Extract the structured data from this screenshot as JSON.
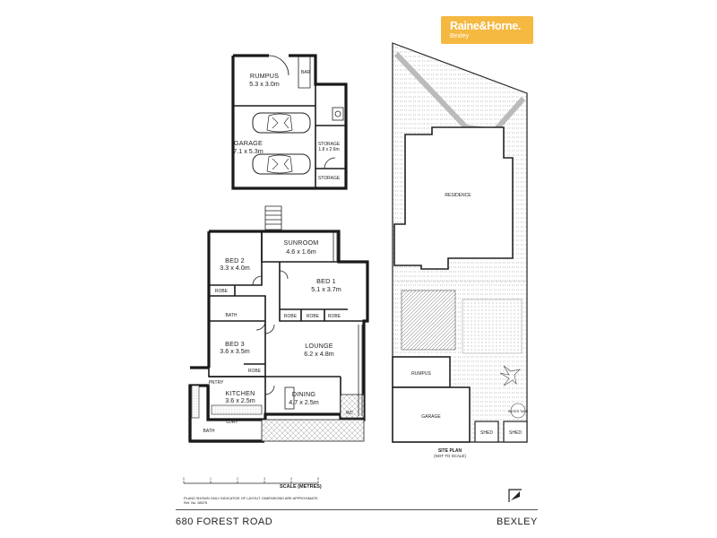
{
  "brand": {
    "name": "Raine&Horne.",
    "office": "Bexley",
    "color": "#f5b942"
  },
  "rooms": {
    "rumpus": {
      "name": "RUMPUS",
      "dim": "5.3 x 3.0m"
    },
    "bar": "BAR",
    "garage": {
      "name": "GARAGE",
      "dim": "7.1 x 5.3m"
    },
    "storage_large": {
      "name": "STORAGE",
      "dim": "1.8 x 2.6m"
    },
    "storage_small": "STORAGE",
    "sunroom": {
      "name": "SUNROOM",
      "dim": "4.6 x 1.6m"
    },
    "bed2": {
      "name": "BED 2",
      "dim": "3.3 x 4.0m"
    },
    "bed1": {
      "name": "BED 1",
      "dim": "5.1 x 3.7m"
    },
    "bed3": {
      "name": "BED 3",
      "dim": "3.6 x 3.5m"
    },
    "lounge": {
      "name": "LOUNGE",
      "dim": "6.2 x 4.8m"
    },
    "kitchen": {
      "name": "KITCHEN",
      "dim": "3.6 x 2.5m"
    },
    "dining": {
      "name": "DINING",
      "dim": "4.7 x 2.5m"
    },
    "robe": "ROBE",
    "bath": "BATH",
    "pntry": "PNTRY",
    "ldry": "LDRY",
    "wc": "WC"
  },
  "site_plan": {
    "residence": "RESIDENCE",
    "rumpus": "RUMPUS",
    "garage": "GARAGE",
    "shed": "SHED",
    "water_tank": "WATER TANK",
    "title": "SITE PLAN",
    "subtitle": "(NOT TO SCALE)"
  },
  "scale": {
    "title": "SCALE (METRES)",
    "ticks": [
      "0",
      "1",
      "2",
      "3",
      "4",
      "5"
    ]
  },
  "disclaimer": {
    "line1": "PLANS SHOWN ONLY INDICATIVE OF LAYOUT. DIMENSIONS ARE APPROXIMATE.",
    "line2": "Ref. No. 58375"
  },
  "footer": {
    "address": "680 FOREST ROAD",
    "suburb": "BEXLEY"
  }
}
